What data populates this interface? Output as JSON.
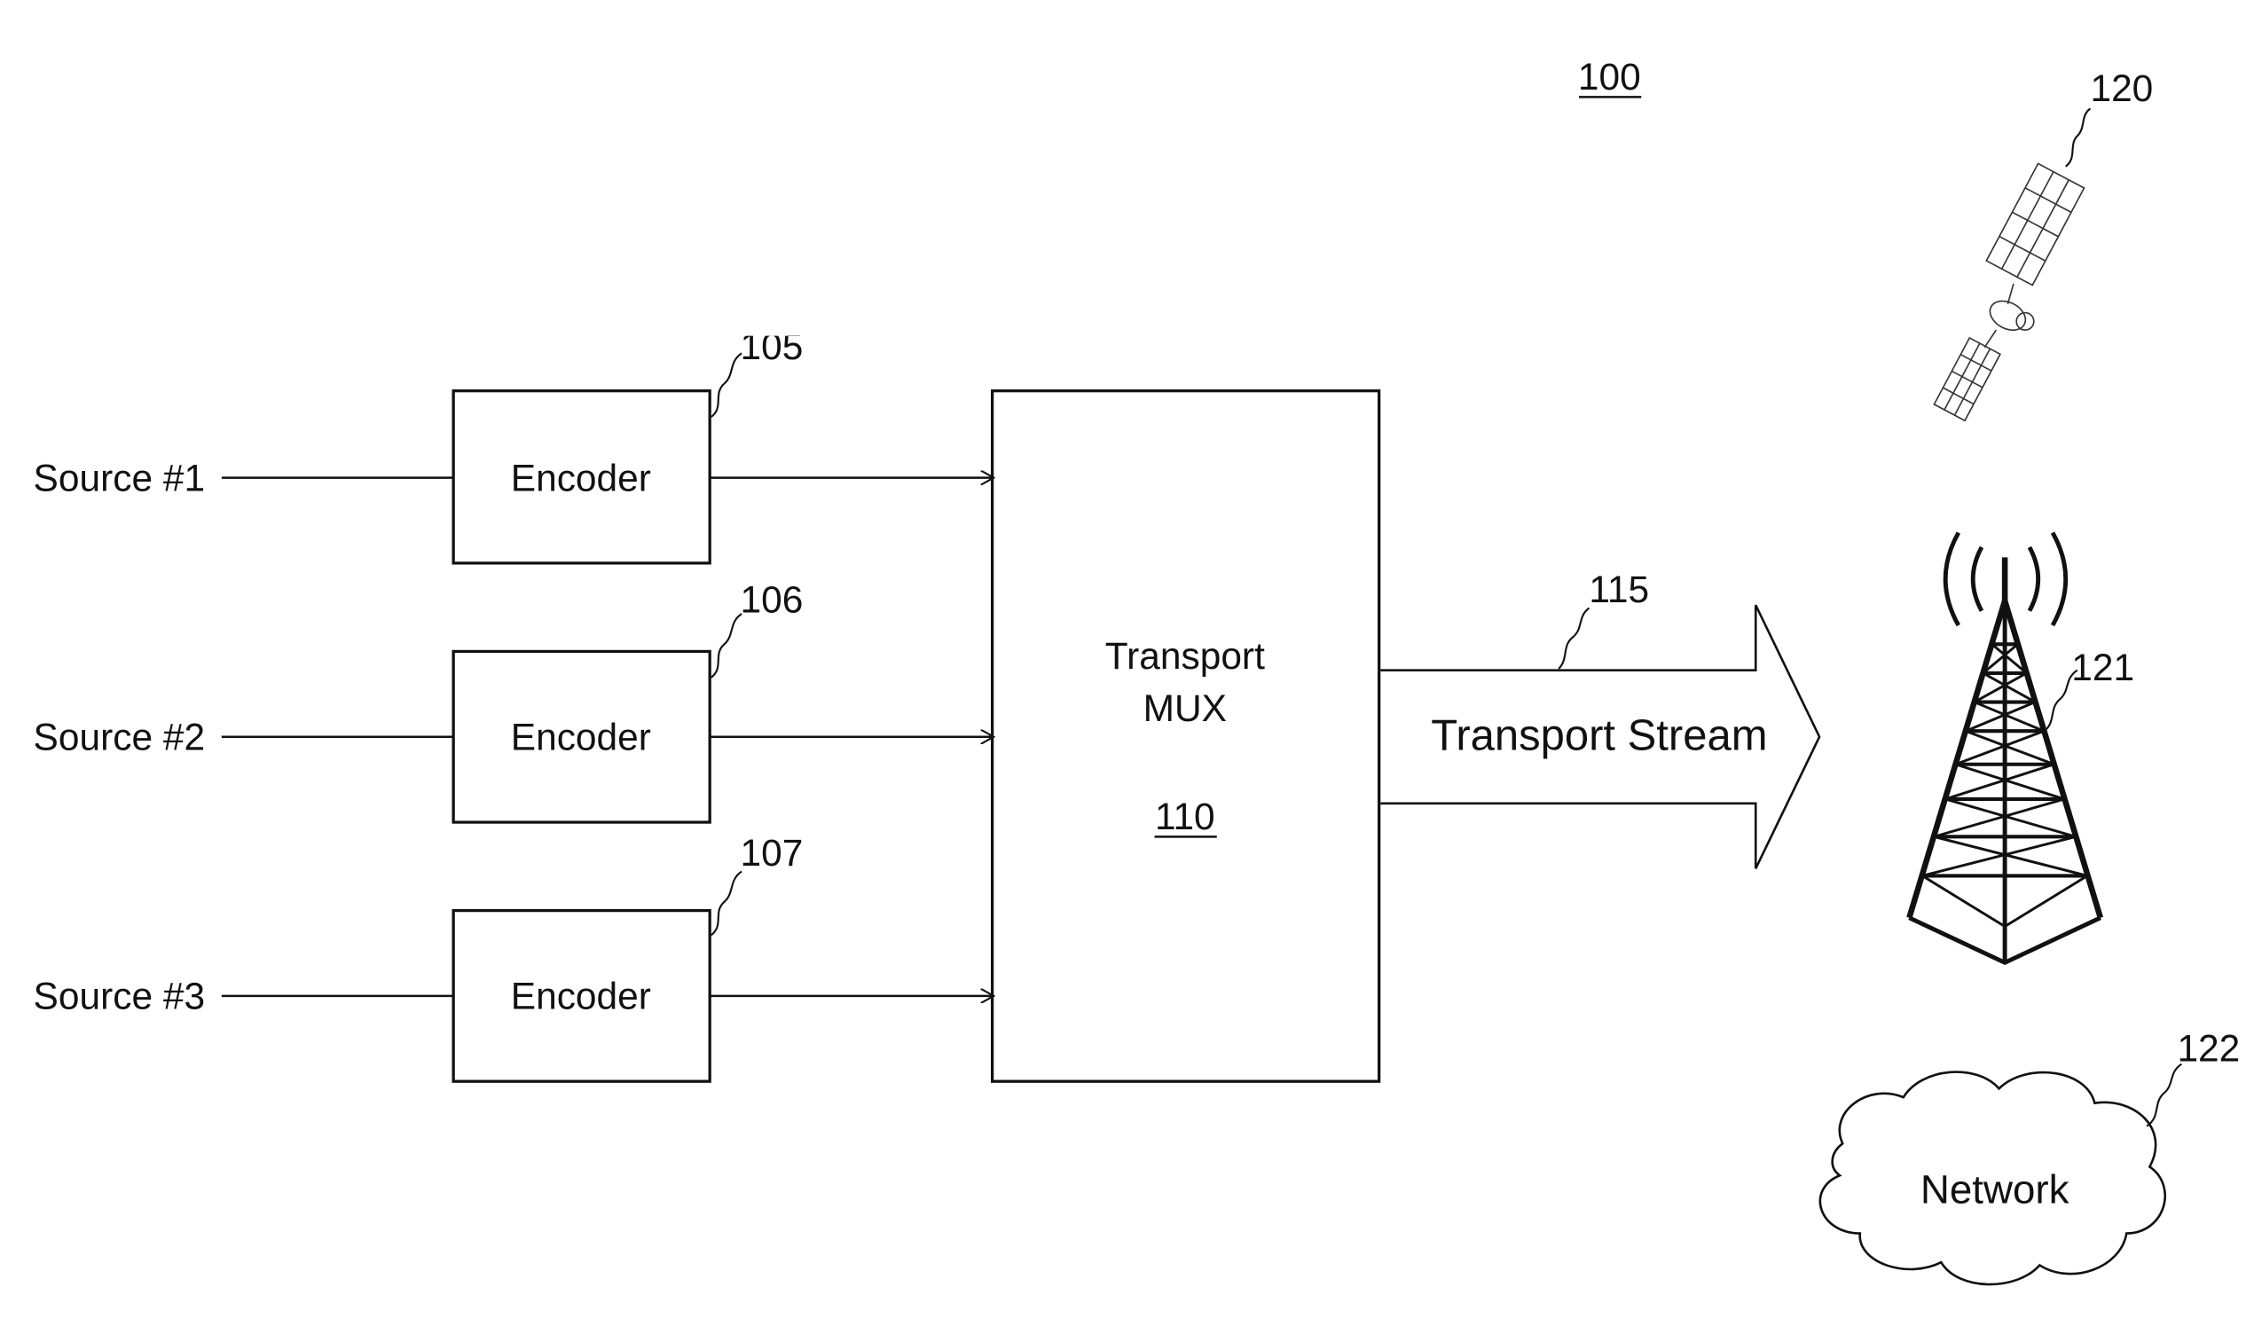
{
  "figure_number": "100",
  "sources": [
    {
      "label": "Source #1",
      "encoder": "Encoder",
      "ref": "105"
    },
    {
      "label": "Source #2",
      "encoder": "Encoder",
      "ref": "106"
    },
    {
      "label": "Source #3",
      "encoder": "Encoder",
      "ref": "107"
    }
  ],
  "mux": {
    "line1": "Transport",
    "line2": "MUX",
    "ref": "110"
  },
  "stream": {
    "label": "Transport Stream",
    "ref": "115"
  },
  "satellite": {
    "ref": "120"
  },
  "tower": {
    "ref": "121"
  },
  "network": {
    "label": "Network",
    "ref": "122"
  }
}
